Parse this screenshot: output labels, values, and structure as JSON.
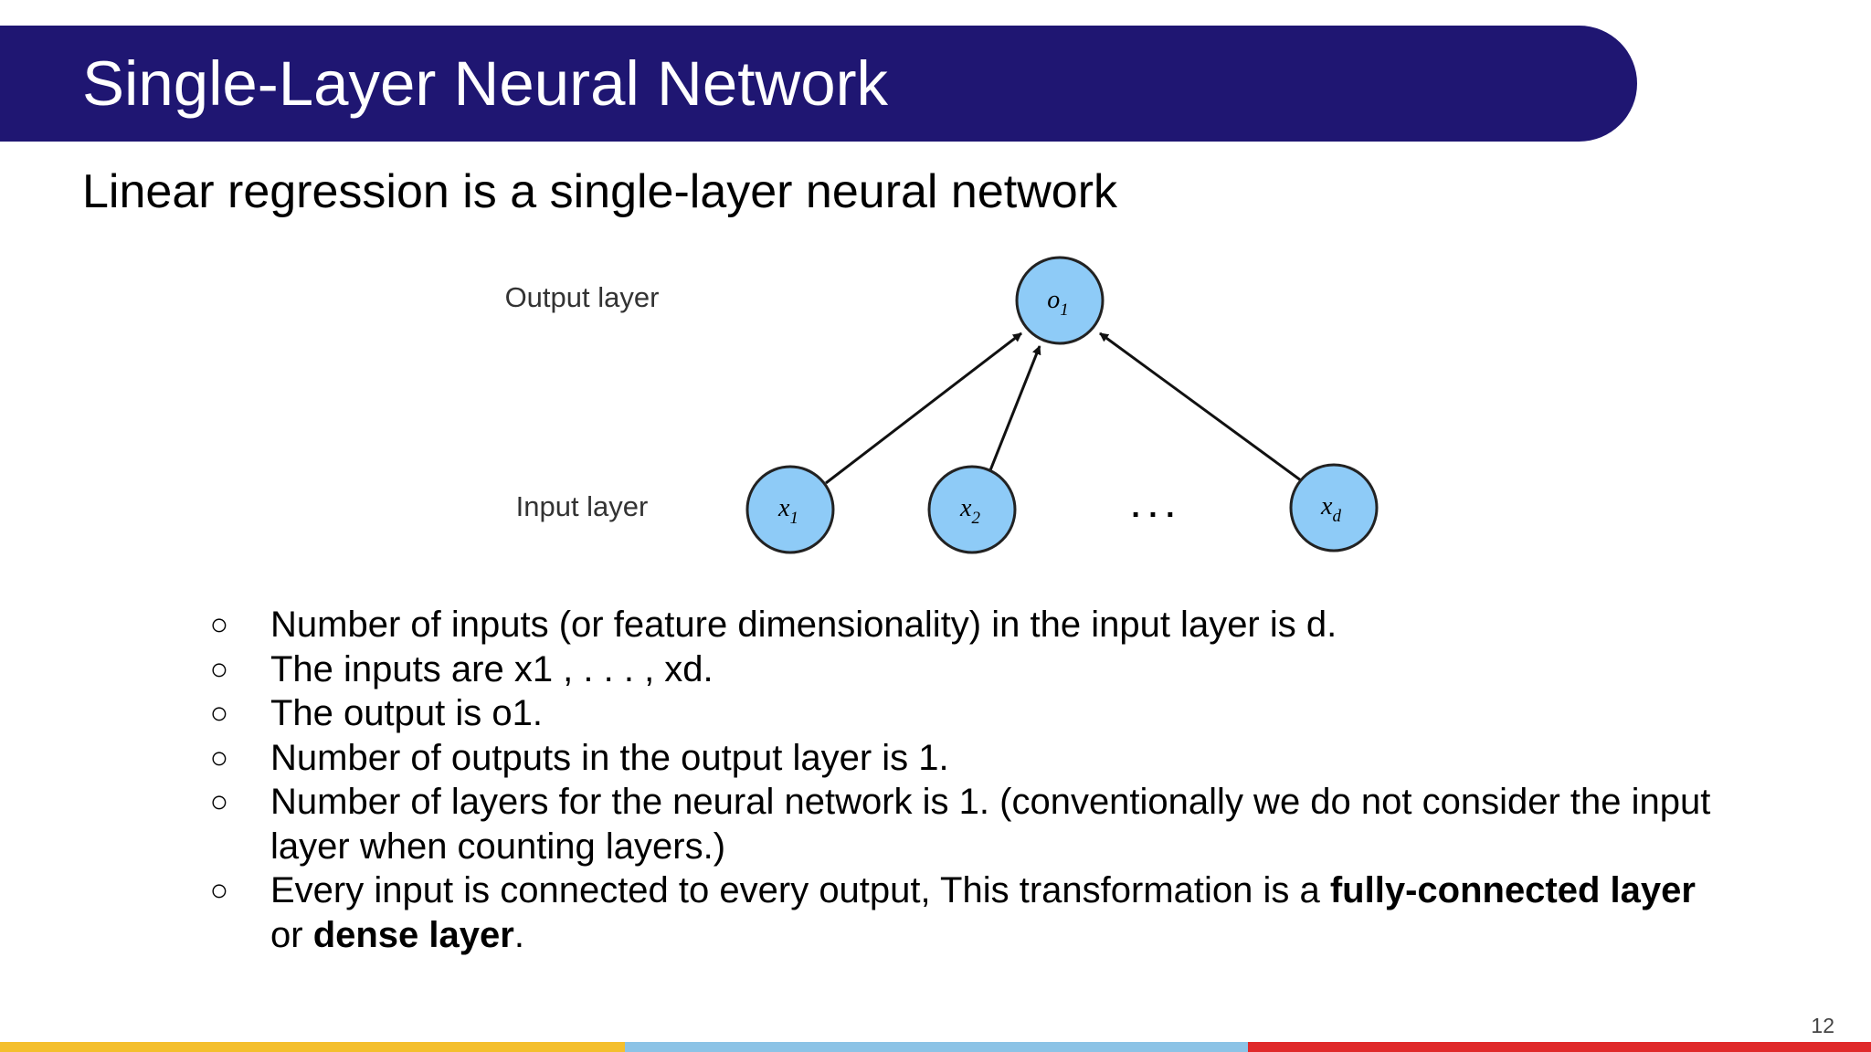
{
  "slide": {
    "title": "Single-Layer Neural Network",
    "subtitle": "Linear regression is a single-layer neural network",
    "page_number": "12"
  },
  "diagram": {
    "output_layer_label": "Output layer",
    "input_layer_label": "Input layer",
    "output_node": {
      "name": "o",
      "sub": "1"
    },
    "input_nodes": [
      {
        "name": "x",
        "sub": "1"
      },
      {
        "name": "x",
        "sub": "2"
      },
      {
        "name": "x",
        "sub": "d"
      }
    ],
    "ellipsis": ". . .",
    "node_fill": "#8ecbf7",
    "node_stroke": "#222222"
  },
  "bullets": [
    {
      "segments": [
        {
          "text": "Number of inputs (or feature dimensionality) in the input layer is d.",
          "bold": false
        }
      ]
    },
    {
      "segments": [
        {
          "text": "The inputs are x1 , . . . , xd.",
          "bold": false
        }
      ]
    },
    {
      "segments": [
        {
          "text": "The output is o1.",
          "bold": false
        }
      ]
    },
    {
      "segments": [
        {
          "text": "Number of outputs in the output layer is 1.",
          "bold": false
        }
      ]
    },
    {
      "segments": [
        {
          "text": "Number of layers for the neural network is 1. (conventionally we do not consider the input layer when counting layers.)",
          "bold": false
        }
      ]
    },
    {
      "segments": [
        {
          "text": "Every input is connected to every output, This transformation is a ",
          "bold": false
        },
        {
          "text": "fully-connected layer",
          "bold": true
        },
        {
          "text": " or ",
          "bold": false
        },
        {
          "text": "dense layer",
          "bold": true
        },
        {
          "text": ".",
          "bold": false
        }
      ]
    }
  ],
  "bullet_symbol": "○",
  "colors": {
    "title_band": "#1f1672",
    "footer": [
      "#f4bf2d",
      "#8cc3e6",
      "#e0292a"
    ]
  }
}
